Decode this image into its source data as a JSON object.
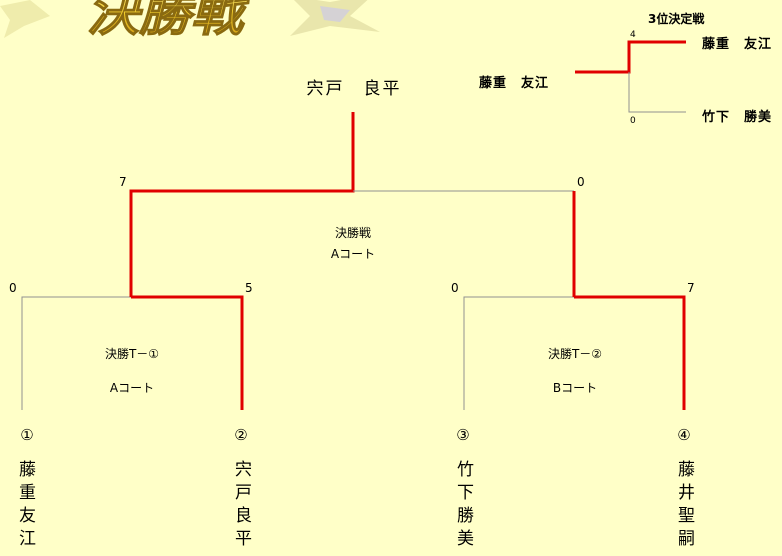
{
  "banner": {
    "title": "決勝戦"
  },
  "final": {
    "winner": "宍戸　良平",
    "label": "決勝戦",
    "court": "Aコート",
    "score_left": "7",
    "score_right": "0"
  },
  "semi1": {
    "label": "決勝T－①",
    "court": "Aコート",
    "score_left": "0",
    "score_right": "5"
  },
  "semi2": {
    "label": "決勝T－②",
    "court": "Bコート",
    "score_left": "0",
    "score_right": "7"
  },
  "players": [
    {
      "seed": "①",
      "name": "藤重友江"
    },
    {
      "seed": "②",
      "name": "宍戸良平"
    },
    {
      "seed": "③",
      "name": "竹下勝美"
    },
    {
      "seed": "④",
      "name": "藤井聖嗣"
    }
  ],
  "third_place": {
    "title": "3位決定戦",
    "winner": "藤重　友江",
    "player_top": "藤重　友江",
    "player_bottom": "竹下　勝美",
    "score_top": "4",
    "score_bottom": "0"
  },
  "colors": {
    "background": "#ffffc8",
    "win_line": "#e00000",
    "line": "#808080",
    "banner_gold": "#e8c020"
  }
}
